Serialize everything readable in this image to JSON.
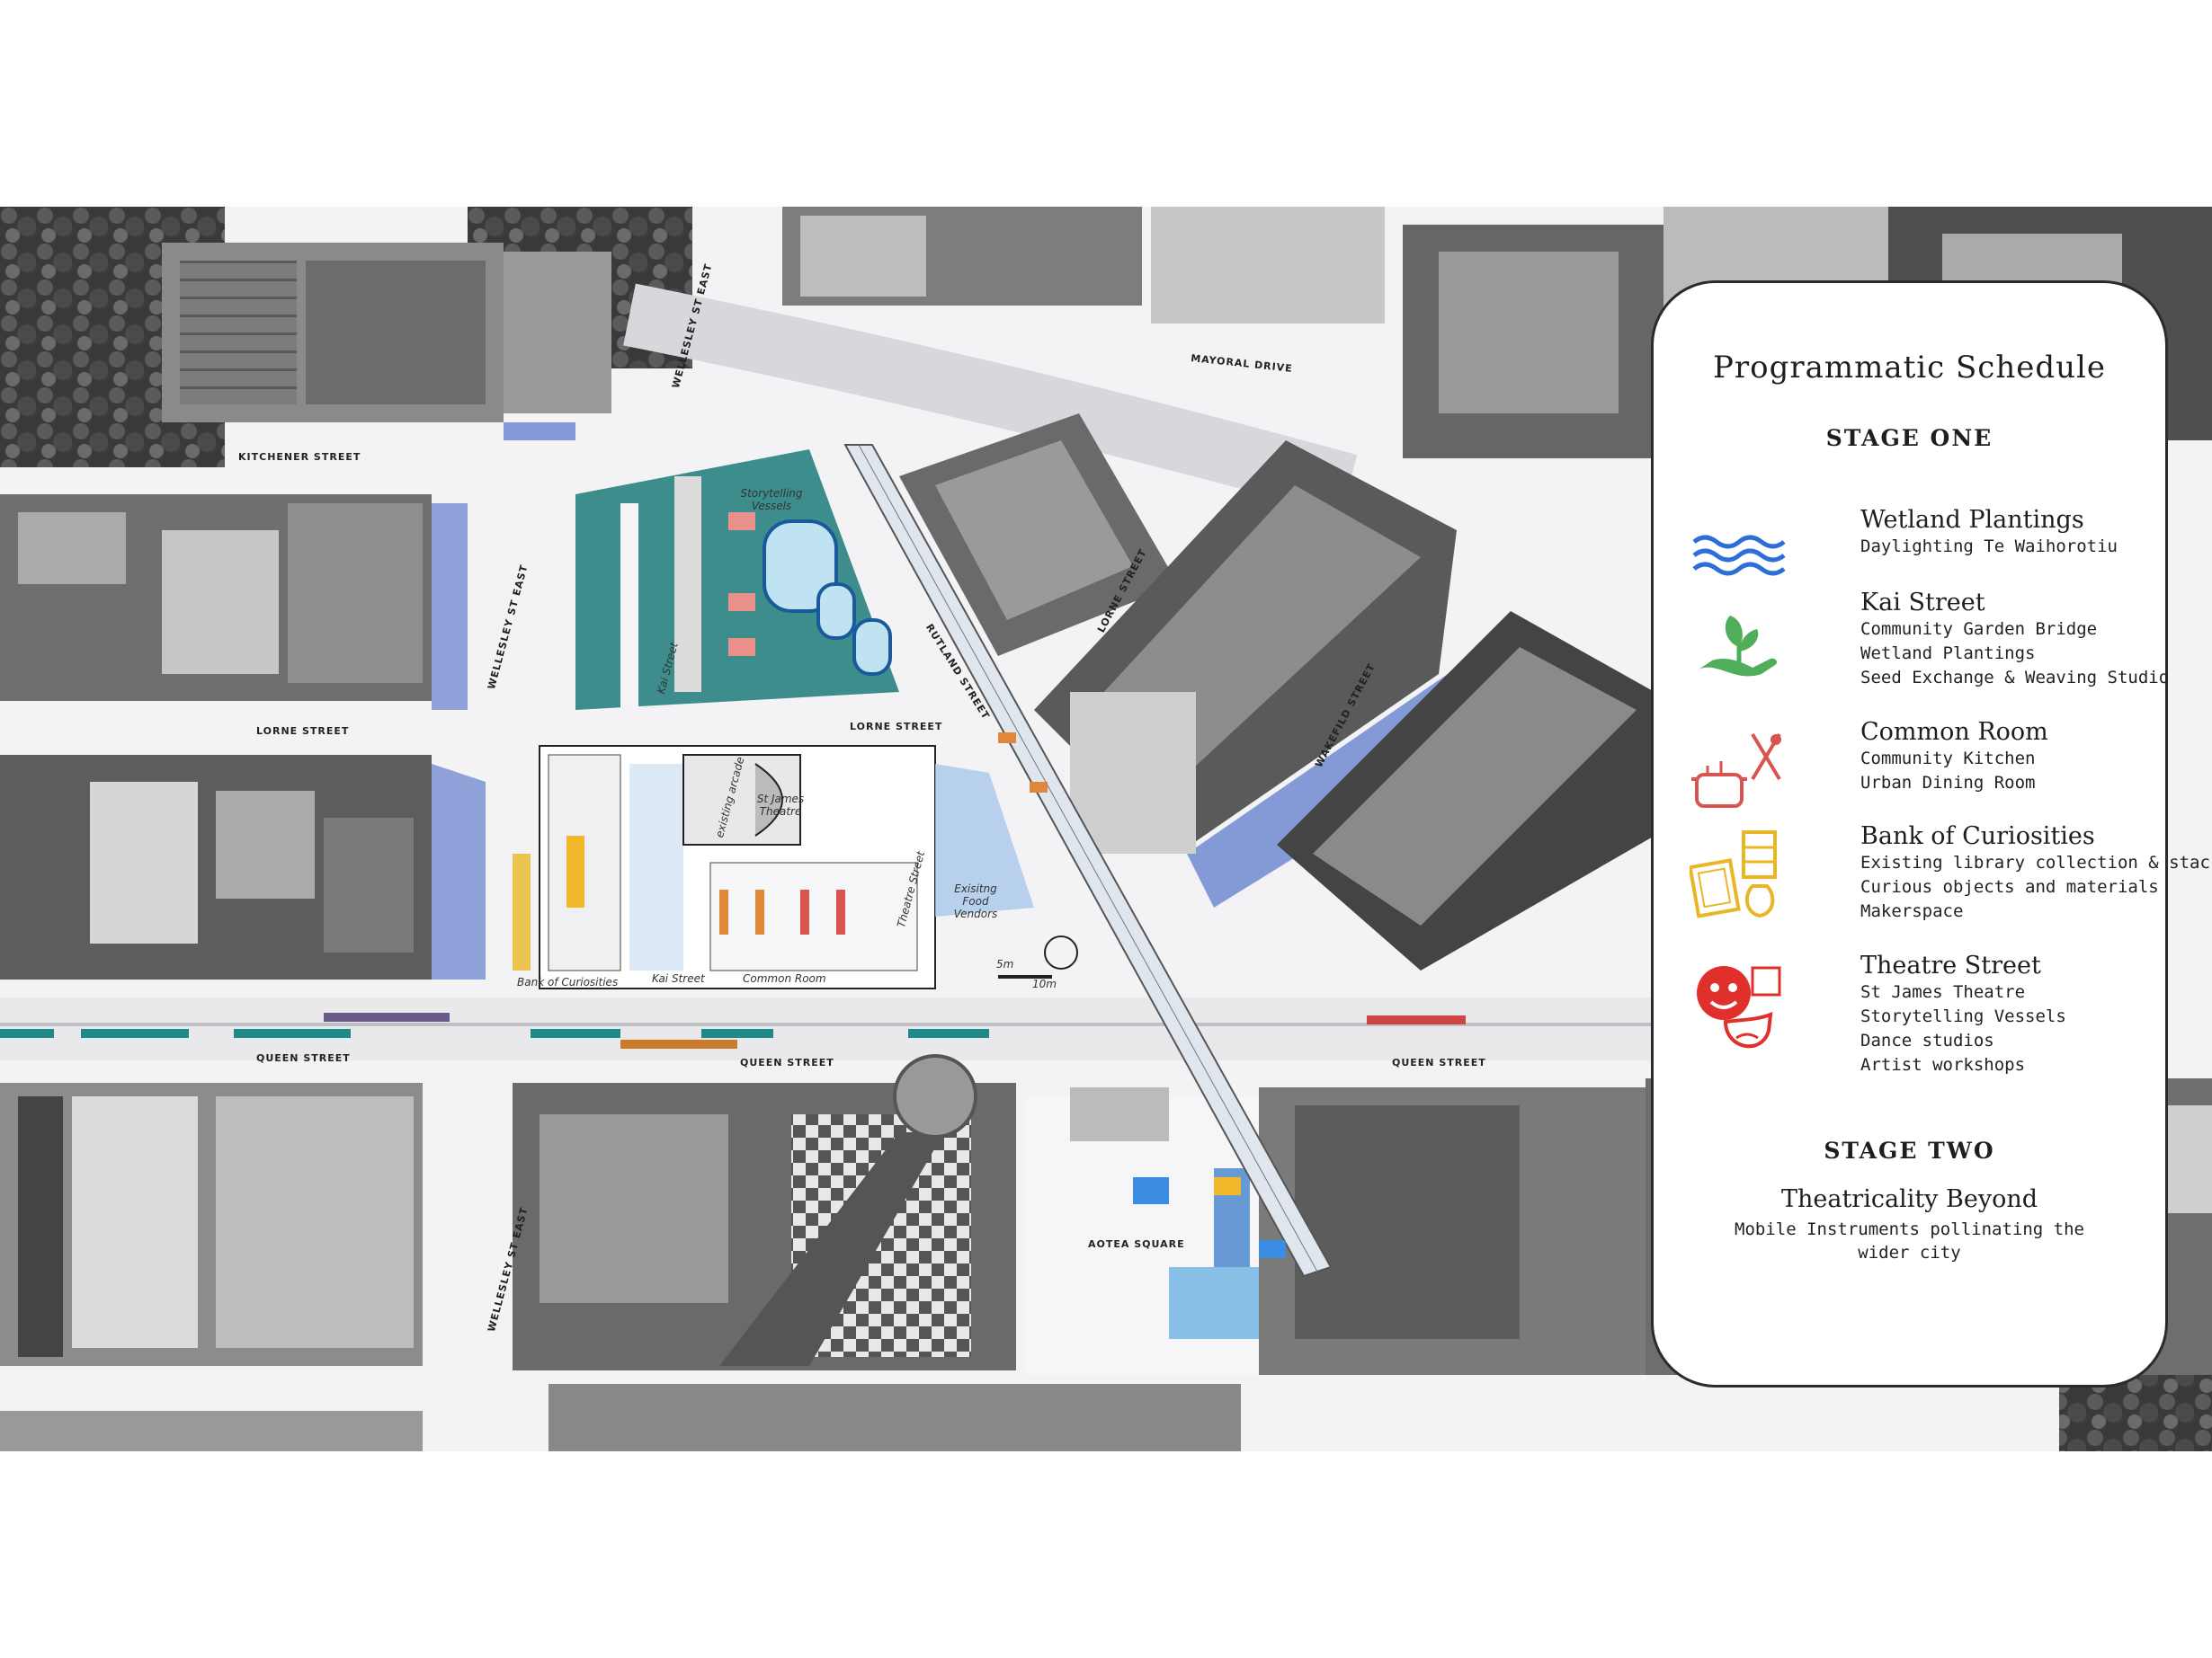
{
  "streets": {
    "kitchener": "KITCHENER STREET",
    "wellesley_north": "WELLESLEY ST EAST",
    "wellesley_mid": "WELLESLEY ST EAST",
    "wellesley_south": "WELLESLEY ST EAST",
    "mayoral": "MAYORAL DRIVE",
    "lorne_west": "LORNE STREET",
    "lorne_mid": "LORNE STREET",
    "lorne_east": "LORNE STREET",
    "rutland": "RUTLAND STREET",
    "wakefield": "WAKEFILD STREET",
    "queen_west": "QUEEN STREET",
    "queen_mid": "QUEEN STREET",
    "queen_east": "QUEEN STREET",
    "aotea": "AOTEA SQUARE"
  },
  "site_labels": {
    "storytelling_vessels": "Storytelling Vessels",
    "kai_street_vertical": "Kai Street",
    "st_james_theatre": "St James Theatre",
    "existing_arcade": "existing arcade",
    "theatre_street_vertical": "Theatre Street",
    "existing_food_vendors": "Exisitng Food Vendors",
    "bank_of_curiosities": "Bank of Curiosities",
    "kai_street": "Kai Street",
    "common_room": "Common Room"
  },
  "scale_bar": {
    "label_a": "5m",
    "label_b": "10m"
  },
  "legend": {
    "title": "Programmatic Schedule",
    "stage_one": "STAGE ONE",
    "items": [
      {
        "icon": "water-waves-icon",
        "color": "#2d6fd6",
        "title": "Wetland Plantings",
        "subs": [
          "Daylighting  Te Waihorotiu"
        ]
      },
      {
        "icon": "hand-plant-icon",
        "color": "#4fae59",
        "title": "Kai Street",
        "subs": [
          "Community Garden Bridge",
          "Wetland Plantings",
          "Seed Exchange & Weaving Studio"
        ]
      },
      {
        "icon": "pot-cutlery-icon",
        "color": "#d9544f",
        "title": "Common Room",
        "subs": [
          "Community Kitchen",
          "Urban Dining Room"
        ]
      },
      {
        "icon": "books-frame-icon",
        "color": "#e9b626",
        "title": "Bank of Curiosities",
        "subs": [
          "Existing library collection & stack",
          "Curious objects and materials",
          "Makerspace"
        ]
      },
      {
        "icon": "theatre-masks-icon",
        "color": "#e0302c",
        "title": "Theatre Street",
        "subs": [
          "St James Theatre",
          "Storytelling Vessels",
          "Dance studios",
          "Artist workshops"
        ]
      }
    ],
    "stage_two": "STAGE TWO",
    "stage_two_title": "Theatricality Beyond",
    "stage_two_desc": [
      "Mobile Instruments pollinating the",
      "wider city"
    ]
  }
}
